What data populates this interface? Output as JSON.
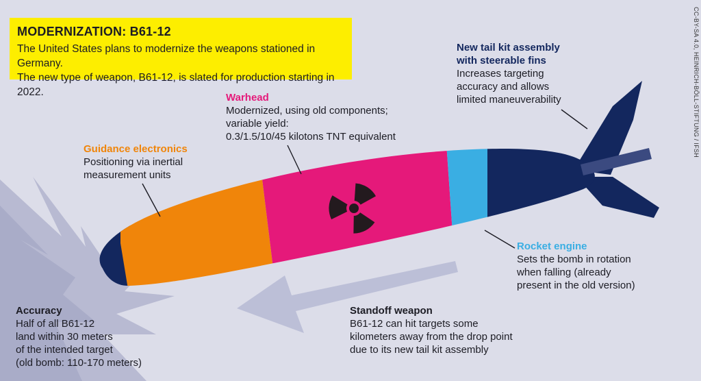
{
  "title": "MODERNIZATION: B61-12",
  "intro": [
    "The United States plans to modernize the weapons stationed in Germany.",
    "The new type of weapon, B61-12, is slated for production starting in 2022."
  ],
  "labels": {
    "tail_kit": {
      "heading": [
        "New tail kit assembly",
        "with steerable fins"
      ],
      "body": [
        "Increases targeting",
        "accuracy and allows",
        "limited maneuverability"
      ]
    },
    "warhead": {
      "heading": "Warhead",
      "body": [
        "Modernized, using old components;",
        "variable yield:",
        "0.3/1.5/10/45 kilotons TNT equivalent"
      ]
    },
    "guidance": {
      "heading": "Guidance electronics",
      "body": [
        "Positioning via inertial",
        "measurement units"
      ]
    },
    "rocket": {
      "heading": "Rocket engine",
      "body": [
        "Sets the bomb in rotation",
        "when falling (already",
        "present in the old version)"
      ]
    },
    "accuracy": {
      "heading": "Accuracy",
      "body": [
        "Half of all B61-12",
        "land within 30 meters",
        "of the intended target",
        "(old bomb: 110-170 meters)"
      ]
    },
    "standoff": {
      "heading": "Standoff weapon",
      "body": [
        "B61-12 can hit targets some",
        "kilometers away from the drop point",
        "due to its new tail kit assembly"
      ]
    }
  },
  "credit": "CC-BY-SA 4.0, HEINRICH-BÖLL-STIFTUNG / IFSH",
  "colors": {
    "background": "#dcdde9",
    "title_box": "#fdee00",
    "navy": "#13275e",
    "orange": "#f0850a",
    "magenta": "#e5197a",
    "cyan": "#3aaee3",
    "burst": "#b8bad2",
    "arrow": "#bcbfd7"
  },
  "icons": [
    "radiation-icon"
  ]
}
